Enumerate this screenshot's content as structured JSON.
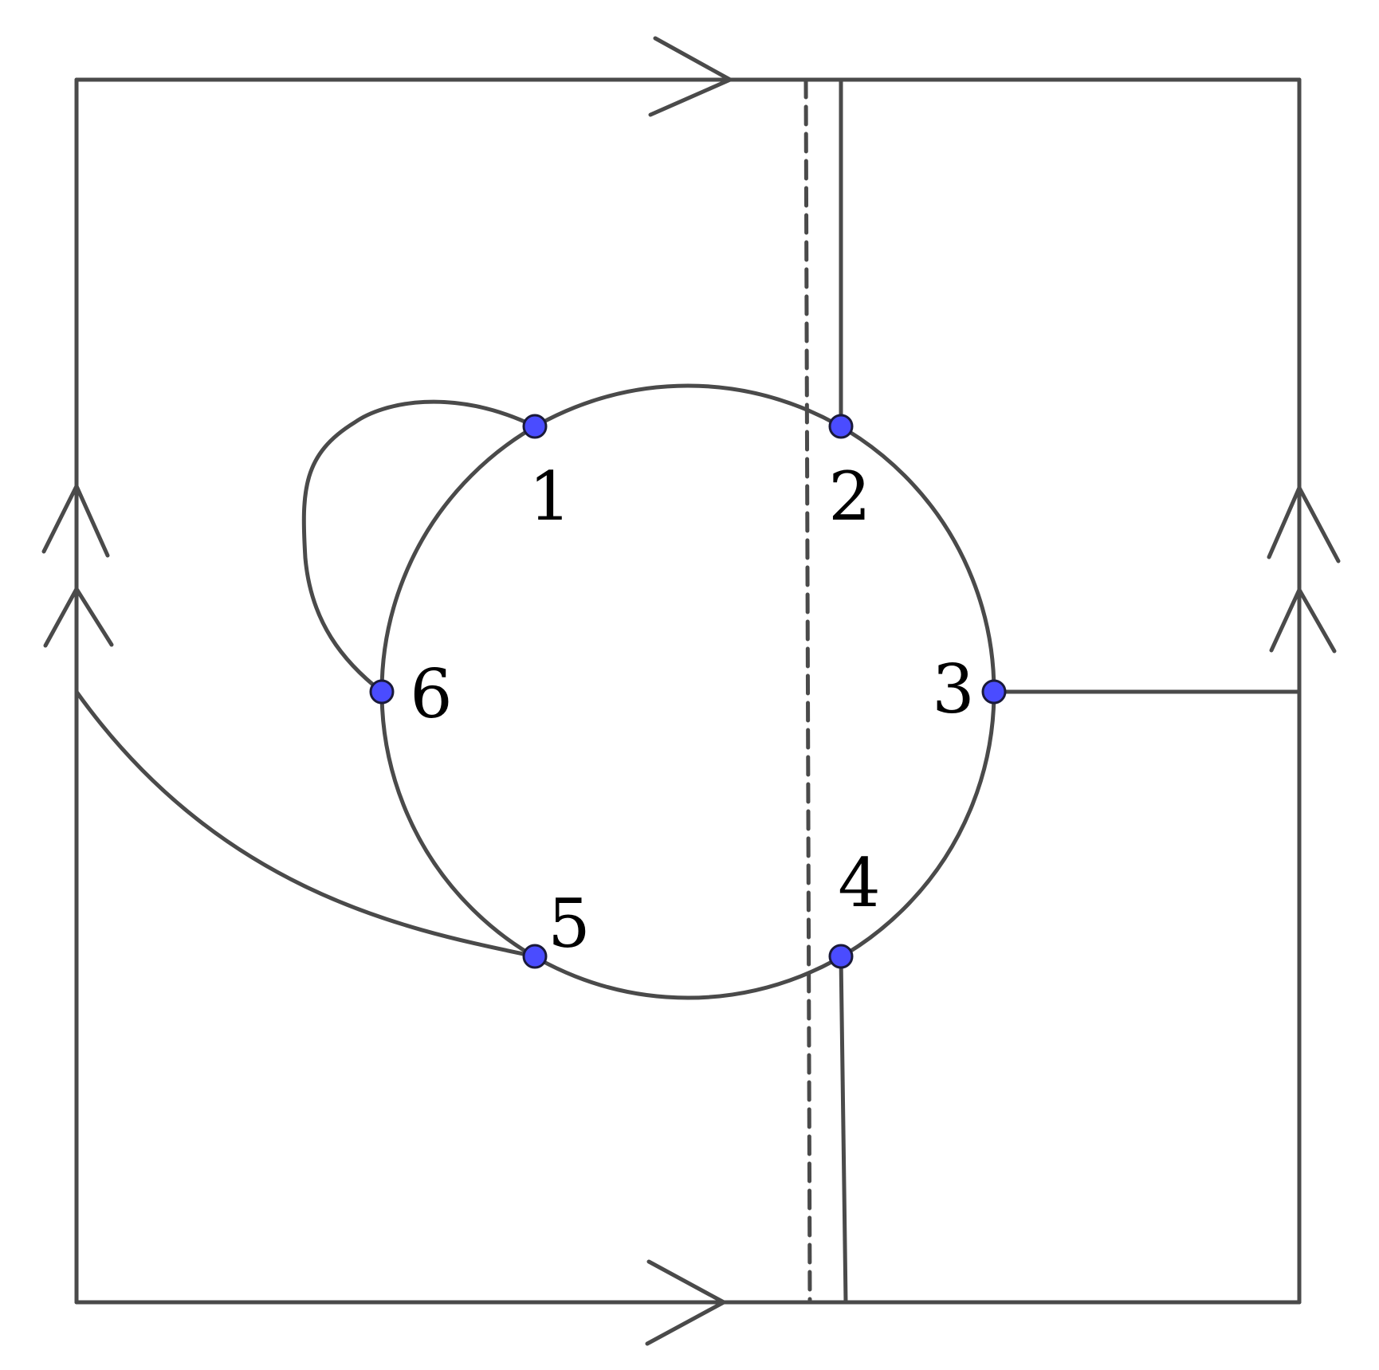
{
  "colors": {
    "line": "#4a4a4a",
    "vertex_fill": "#4a4cff",
    "vertex_stroke": "#1a1a3a",
    "label": "#000000",
    "background": "#ffffff"
  },
  "vertices": [
    {
      "id": "v1",
      "label": "1"
    },
    {
      "id": "v2",
      "label": "2"
    },
    {
      "id": "v3",
      "label": "3"
    },
    {
      "id": "v4",
      "label": "4"
    },
    {
      "id": "v5",
      "label": "5"
    },
    {
      "id": "v6",
      "label": "6"
    }
  ],
  "edges": [
    {
      "from": "v1",
      "to": "v6",
      "kind": "loop-arc"
    },
    {
      "from": "v2",
      "to": "top-boundary",
      "kind": "straight"
    },
    {
      "from": "v3",
      "to": "right-boundary",
      "kind": "straight"
    },
    {
      "from": "v4",
      "to": "bottom-boundary",
      "kind": "straight"
    },
    {
      "from": "v5",
      "to": "left-boundary",
      "kind": "curve"
    }
  ],
  "boundary": {
    "top_arrow": "single",
    "bottom_arrow": "single",
    "left_arrow": "double",
    "right_arrow": "double",
    "dashed_divider": true
  }
}
